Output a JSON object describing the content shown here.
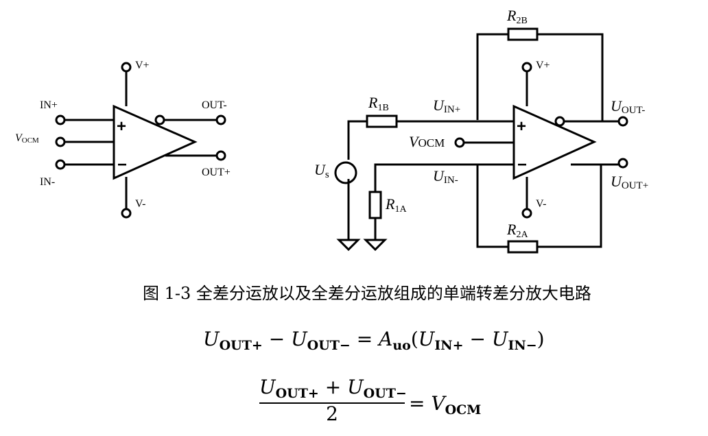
{
  "left_amp": {
    "vplus": "V+",
    "vminus": "V-",
    "in_plus": "IN+",
    "in_minus": "IN-",
    "vocm_main": "V",
    "vocm_sub": "OCM",
    "out_minus": "OUT-",
    "out_plus": "OUT+",
    "plus_sign": "+",
    "minus_sign": "−"
  },
  "right_circuit": {
    "r2b_main": "R",
    "r2b_sub": "2B",
    "r1b_main": "R",
    "r1b_sub": "1B",
    "r1a_main": "R",
    "r1a_sub": "1A",
    "r2a_main": "R",
    "r2a_sub": "2A",
    "uinp_main": "U",
    "uinp_sub": "IN+",
    "uinm_main": "U",
    "uinm_sub": "IN-",
    "us_main": "U",
    "us_sub": "s",
    "vocm_main": "V",
    "vocm_sub": "OCM",
    "vplus": "V+",
    "vminus": "V-",
    "uoutm_main": "U",
    "uoutm_sub": "OUT-",
    "uoutp_main": "U",
    "uoutp_sub": "OUT+",
    "plus_sign": "+",
    "minus_sign": "−"
  },
  "caption": "图 1-3  全差分运放以及全差分运放组成的单端转差分放大电路",
  "equation1": {
    "t1_main": "U",
    "t1_sub": "OUT+",
    "op1": " − ",
    "t2_main": "U",
    "t2_sub": "OUT−",
    "op2": " = ",
    "t3_main": "A",
    "t3_sub": "uo",
    "open": "(",
    "t4_main": "U",
    "t4_sub": "IN+",
    "op3": " − ",
    "t5_main": "U",
    "t5_sub": "IN−",
    "close": ")"
  },
  "equation2": {
    "n1_main": "U",
    "n1_sub": "OUT+",
    "nop": " + ",
    "n2_main": "U",
    "n2_sub": "OUT−",
    "den": "2",
    "eq": "= ",
    "r_main": "V",
    "r_sub": "OCM"
  }
}
